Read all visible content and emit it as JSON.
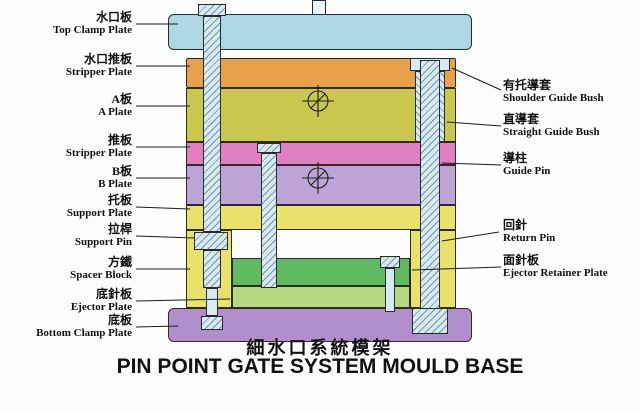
{
  "title": {
    "zh": "細水口系統模架",
    "en": "PIN POINT GATE SYSTEM MOULD BASE"
  },
  "labels_left": [
    {
      "zh": "水口板",
      "en": "Top Clamp Plate"
    },
    {
      "zh": "水口推板",
      "en": "Stripper Plate"
    },
    {
      "zh": "A板",
      "en": "A Plate"
    },
    {
      "zh": "推板",
      "en": "Stripper Plate"
    },
    {
      "zh": "B板",
      "en": "B Plate"
    },
    {
      "zh": "托板",
      "en": "Support Plate"
    },
    {
      "zh": "拉桿",
      "en": "Support Pin"
    },
    {
      "zh": "方鐵",
      "en": "Spacer Block"
    },
    {
      "zh": "底針板",
      "en": "Ejector Plate"
    },
    {
      "zh": "底板",
      "en": "Bottom Clamp Plate"
    }
  ],
  "labels_right": [
    {
      "zh": "有托導套",
      "en": "Shoulder Guide Bush"
    },
    {
      "zh": "直導套",
      "en": "Straight Guide Bush"
    },
    {
      "zh": "導柱",
      "en": "Guide Pin"
    },
    {
      "zh": "回針",
      "en": "Return Pin"
    },
    {
      "zh": "面針板",
      "en": "Ejector Retainer Plate"
    }
  ],
  "colors": {
    "top_clamp_plate": "#aed7e6",
    "stripper_plate_top": "#e8a14b",
    "a_plate": "#c9c74d",
    "stripper_plate_mid": "#e07fc1",
    "b_plate": "#bca4d6",
    "support_plate": "#e9e26a",
    "spacer_block": "#e9e26a",
    "ejector_retainer_plate": "#5fba62",
    "ejector_plate": "#b5da7f",
    "bottom_clamp_plate": "#af8ecb",
    "pin": "#d5eaf3",
    "line": "#1c1c1c"
  }
}
